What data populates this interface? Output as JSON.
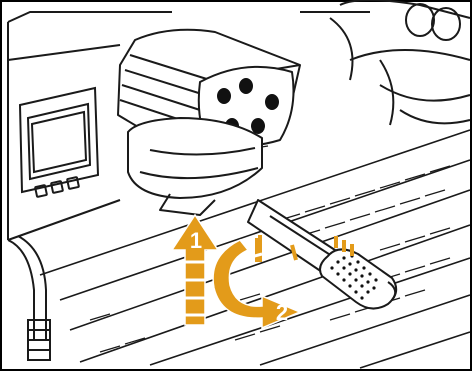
{
  "steps": [
    {
      "number": "1",
      "action": "up"
    },
    {
      "number": "2",
      "action": "rotate-right"
    }
  ],
  "colors": {
    "accent_orange": "#E39B1A",
    "accent_orange_dark": "#C47F10",
    "line": "#1A1A1A",
    "frame": "#000000",
    "background": "#FFFFFF",
    "dot": "#111111"
  },
  "icons": [
    "portafilter-icon",
    "group-head-icon",
    "control-panel-icon",
    "drip-tray-icon",
    "steam-wand-icon",
    "arrow-up-icon",
    "rotate-arrow-icon"
  ]
}
